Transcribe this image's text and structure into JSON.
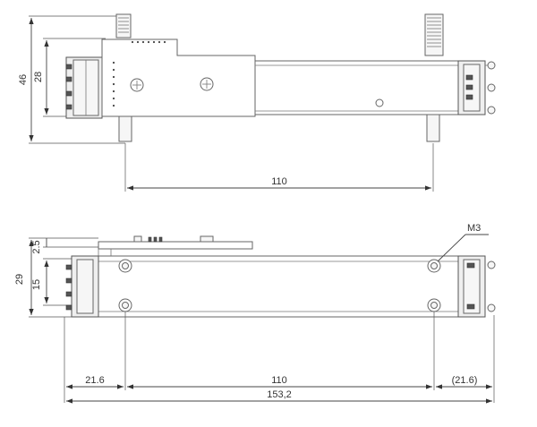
{
  "top_view": {
    "dim_total_height": "46",
    "dim_upper_height": "28",
    "dim_pin_spacing": "110"
  },
  "side_view": {
    "dim_top_offset": "2.5",
    "dim_height": "29",
    "dim_hole_spacing": "15",
    "hole_callout": "M3",
    "dim_left_offset": "21.6",
    "dim_hole_span": "110",
    "dim_right_offset": "(21.6)",
    "dim_overall_length": "153,2"
  }
}
